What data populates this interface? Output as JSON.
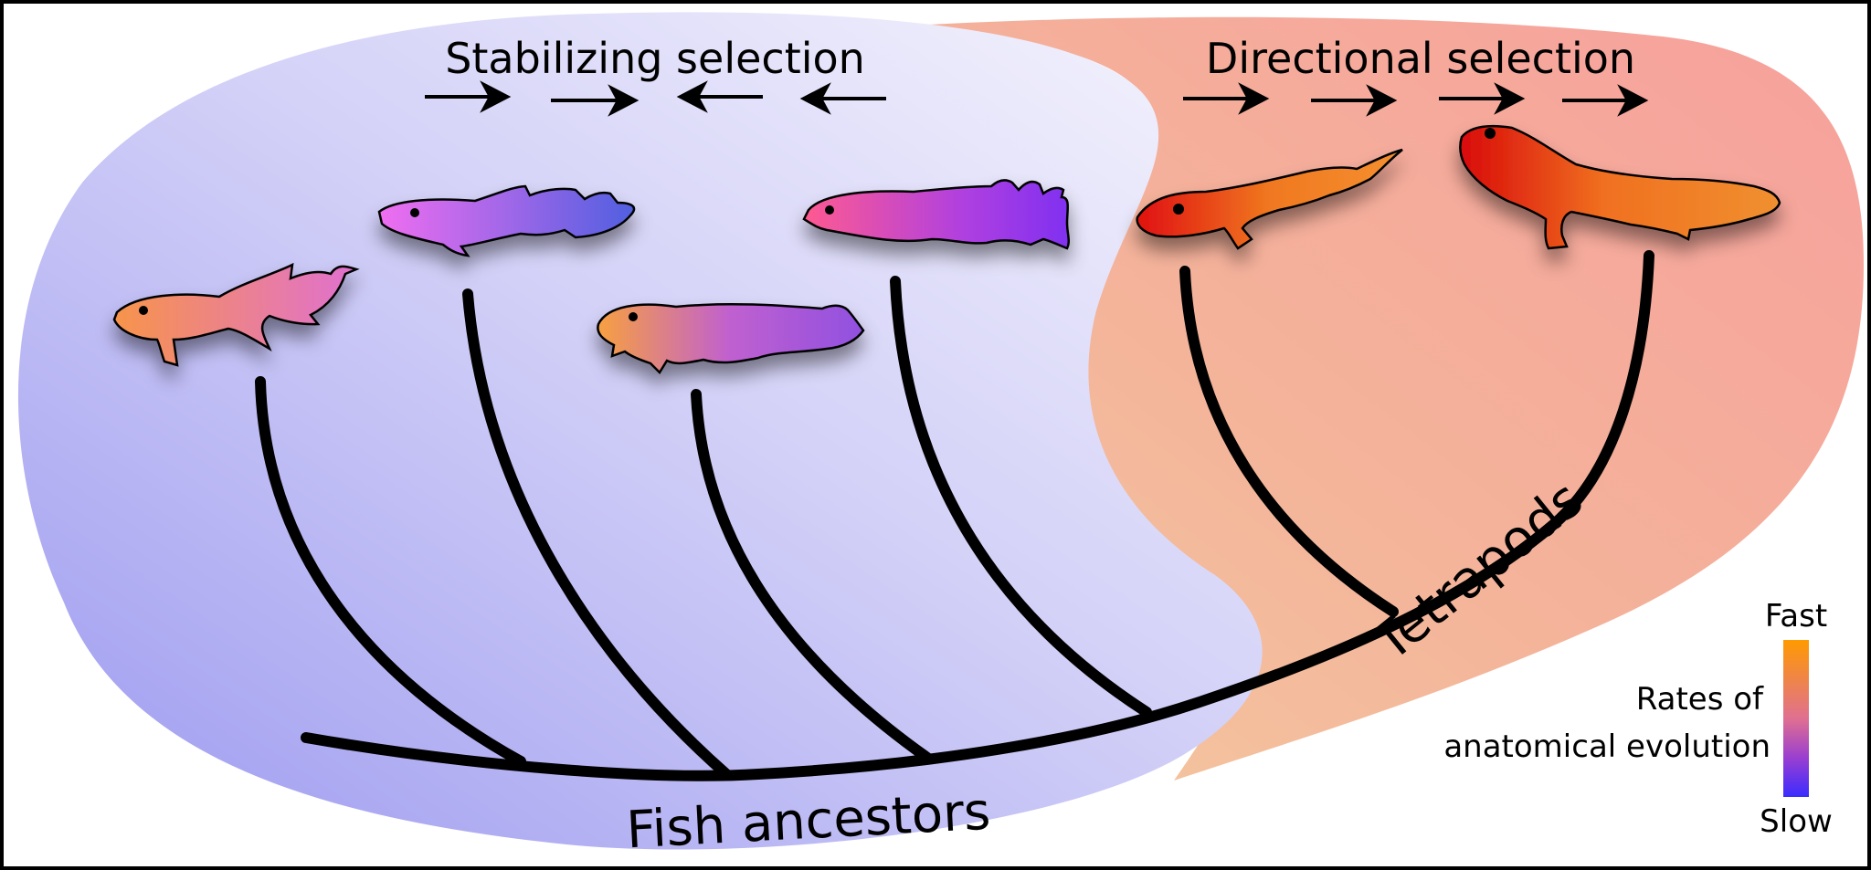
{
  "title_left": "Stabilizing selection",
  "title_right": "Directional selection",
  "label_bottom": "Fish ancestors",
  "label_branch": "Tetrapods",
  "scale": {
    "top": "Fast",
    "bottom": "Slow",
    "caption_line1": "Rates of",
    "caption_line2": "anatomical evolution",
    "color_fast": "#ff9900",
    "color_slow": "#3a2cff"
  },
  "colors": {
    "stabilizing_region": "#a9a6f2",
    "directional_region": "#f5a39b",
    "tree": "#000000"
  },
  "arrows": {
    "stabilizing": [
      "right",
      "right",
      "left",
      "left"
    ],
    "directional": [
      "right",
      "right",
      "right",
      "right"
    ]
  }
}
